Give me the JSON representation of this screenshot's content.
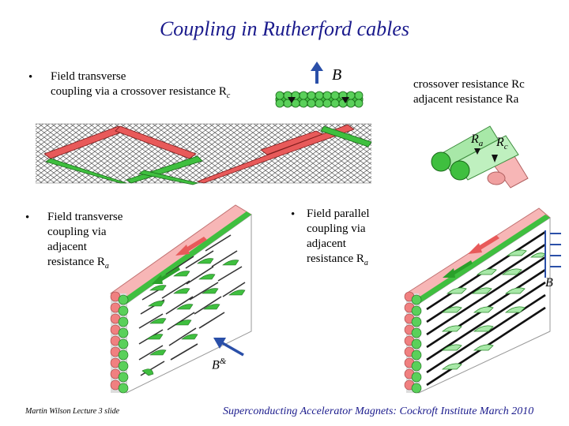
{
  "title": "Coupling in Rutherford cables",
  "bullet1": {
    "marker": "•",
    "line1": "Field transverse",
    "line2": "coupling via a crossover resistance R",
    "sub": "c"
  },
  "bullet2": {
    "marker": "•",
    "lines": [
      "Field transverse",
      "coupling via",
      "adjacent",
      "resistance R"
    ],
    "sub": "a"
  },
  "bullet3": {
    "marker": "•",
    "lines": [
      "Field parallel",
      "coupling via",
      "adjacent",
      "resistance R"
    ],
    "sub": "a"
  },
  "right_note": {
    "line1": "crossover resistance Rc",
    "line2": "adjacent resistance Ra"
  },
  "labels": {
    "b_symbol": "B",
    "b_accent": "&",
    "ra": "R",
    "ra_sub": "a",
    "rc": "R",
    "rc_sub": "c"
  },
  "footer_left": "Martin Wilson Lecture 3 slide",
  "footer_right": "Superconducting Accelerator Magnets:  Cockroft Institute March 2010",
  "colors": {
    "title": "#1a1a8c",
    "arrow": "#2a4fa8",
    "red_strand": "#e85a5a",
    "green_strand": "#3fbf3f",
    "pink": "#f7b6b6",
    "light_green": "#a8e8a8"
  }
}
